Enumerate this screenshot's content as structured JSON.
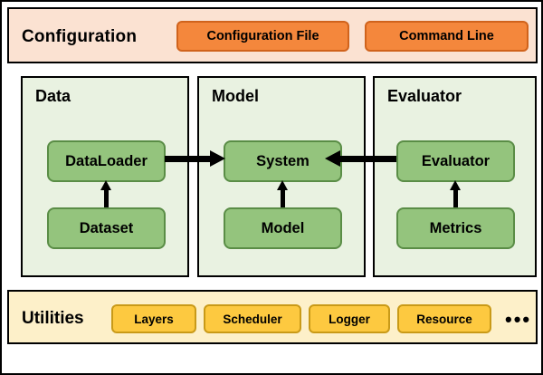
{
  "diagram": {
    "type": "block-architecture",
    "configuration": {
      "title": "Configuration",
      "items": [
        {
          "label": "Configuration File"
        },
        {
          "label": "Command Line"
        }
      ]
    },
    "pipeline": {
      "panels": [
        {
          "title": "Data",
          "top_box": "DataLoader",
          "bottom_box": "Dataset"
        },
        {
          "title": "Model",
          "top_box": "System",
          "bottom_box": "Model"
        },
        {
          "title": "Evaluator",
          "top_box": "Evaluator",
          "bottom_box": "Metrics"
        }
      ],
      "arrows": [
        {
          "from": "Dataset",
          "to": "DataLoader",
          "direction": "up"
        },
        {
          "from": "Model",
          "to": "System",
          "direction": "up"
        },
        {
          "from": "Metrics",
          "to": "Evaluator",
          "direction": "up"
        },
        {
          "from": "DataLoader",
          "to": "System",
          "direction": "right"
        },
        {
          "from": "Evaluator",
          "to": "System",
          "direction": "left"
        }
      ]
    },
    "utilities": {
      "title": "Utilities",
      "items": [
        {
          "label": "Layers"
        },
        {
          "label": "Scheduler"
        },
        {
          "label": "Logger"
        },
        {
          "label": "Resource"
        }
      ],
      "ellipsis": "•••"
    },
    "colors": {
      "config_band": "#fbe2d2",
      "config_box": "#f4873c",
      "panel_bg": "#e9f2e1",
      "panel_box": "#94c47d",
      "utilities_band": "#fdf0c9",
      "utilities_box": "#fdc940",
      "outline": "#000000"
    }
  }
}
